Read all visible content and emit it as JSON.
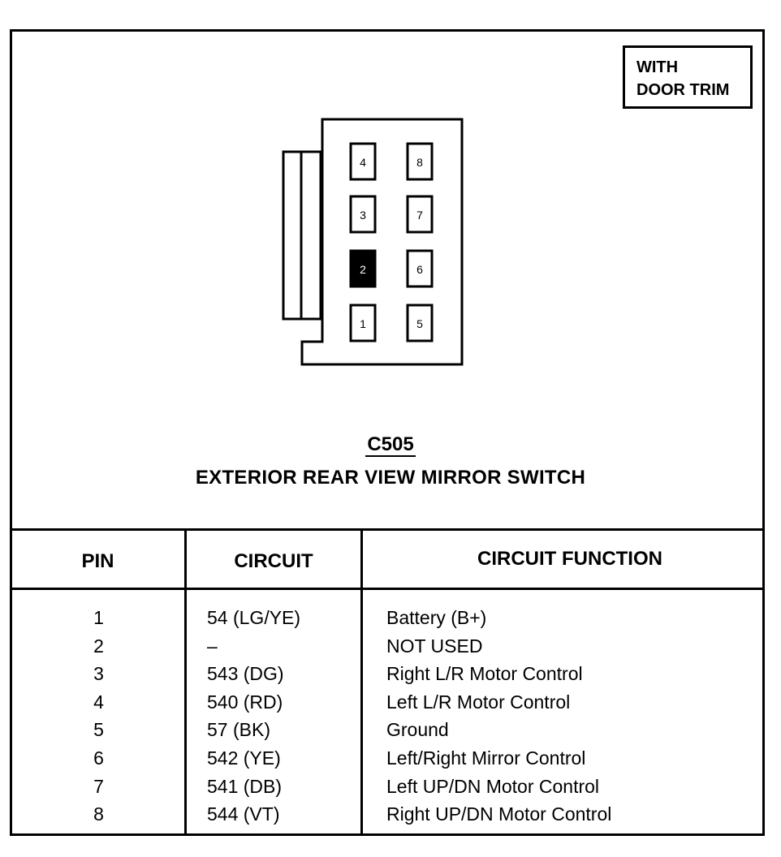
{
  "badge": [
    "WITH",
    "DOOR TRIM"
  ],
  "connector": {
    "id": "C505",
    "name": "EXTERIOR REAR VIEW MIRROR SWITCH",
    "pins": [
      {
        "label": "4",
        "filled": false
      },
      {
        "label": "8",
        "filled": false
      },
      {
        "label": "3",
        "filled": false
      },
      {
        "label": "7",
        "filled": false
      },
      {
        "label": "2",
        "filled": true
      },
      {
        "label": "6",
        "filled": false
      },
      {
        "label": "1",
        "filled": false
      },
      {
        "label": "5",
        "filled": false
      }
    ]
  },
  "table": {
    "headers": {
      "pin": "PIN",
      "circuit": "CIRCUIT",
      "function": "CIRCUIT FUNCTION"
    },
    "rows": [
      {
        "pin": "1",
        "circuit": "54 (LG/YE)",
        "function": "Battery (B+)"
      },
      {
        "pin": "2",
        "circuit": "–",
        "function": "NOT USED"
      },
      {
        "pin": "3",
        "circuit": "543 (DG)",
        "function": "Right L/R Motor Control"
      },
      {
        "pin": "4",
        "circuit": "540 (RD)",
        "function": "Left L/R Motor Control"
      },
      {
        "pin": "5",
        "circuit": "57 (BK)",
        "function": "Ground"
      },
      {
        "pin": "6",
        "circuit": "542 (YE)",
        "function": "Left/Right Mirror Control"
      },
      {
        "pin": "7",
        "circuit": "541 (DB)",
        "function": "Left UP/DN Motor Control"
      },
      {
        "pin": "8",
        "circuit": "544 (VT)",
        "function": "Right UP/DN Motor Control"
      }
    ]
  }
}
